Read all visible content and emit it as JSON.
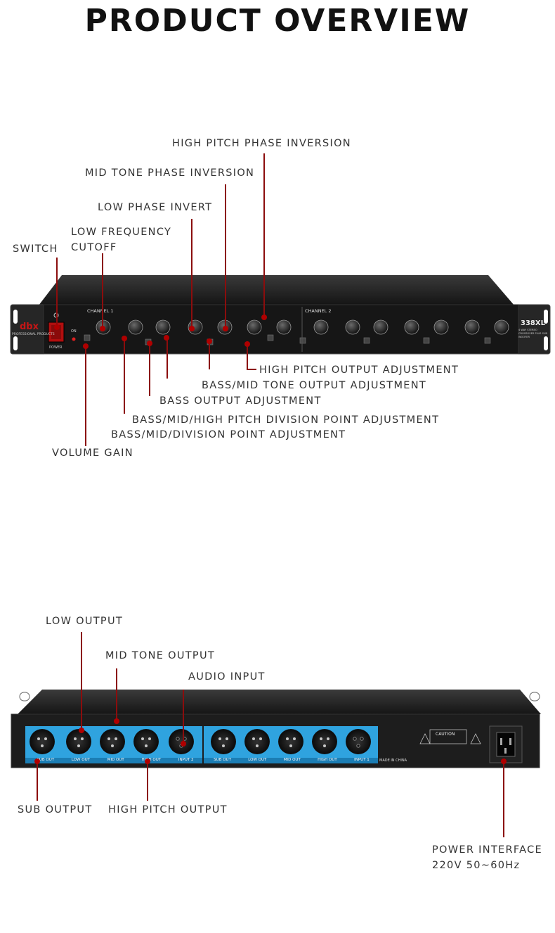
{
  "title": "PRODUCT OVERVIEW",
  "front": {
    "brand": "dbx",
    "brand_sub": "PROFESSIONAL PRODUCTS",
    "model": "338XL",
    "model_sub": "4 WAY STEREO CROSSOVER PLUS SUB WOOFER",
    "channel1": "CHANNEL 1",
    "channel2": "CHANNEL 2",
    "power": "POWER",
    "on": "ON",
    "labels": {
      "switch": "SWITCH",
      "low_freq_1": "LOW FREQUENCY",
      "low_freq_2": "CUTOFF",
      "low_phase": "LOW PHASE INVERT",
      "mid_phase": "MID TONE PHASE INVERSION",
      "high_phase": "HIGH PITCH PHASE INVERSION",
      "high_output": "HIGH PITCH OUTPUT ADJUSTMENT",
      "bass_mid_output": "BASS/MID TONE OUTPUT ADJUSTMENT",
      "bass_output": "BASS OUTPUT ADJUSTMENT",
      "bmh_division": "BASS/MID/HIGH PITCH DIVISION POINT ADJUSTMENT",
      "bm_division": "BASS/MID/DIVISION POINT ADJUSTMENT",
      "volume_gain": "VOLUME GAIN"
    }
  },
  "rear": {
    "jack_labels_1": [
      "SUB OUT",
      "LOW OUT",
      "MID OUT",
      "HIGH OUT",
      "INPUT 2"
    ],
    "jack_labels_2": [
      "SUB OUT",
      "LOW OUT",
      "MID OUT",
      "HIGH OUT",
      "INPUT 1"
    ],
    "caution": "CAUTION",
    "made_in": "MADE IN CHINA",
    "labels": {
      "low_output": "LOW OUTPUT",
      "mid_output": "MID TONE OUTPUT",
      "audio_input": "AUDIO INPUT",
      "sub_output": "SUB OUTPUT",
      "high_output": "HIGH PITCH OUTPUT",
      "power_1": "POWER INTERFACE",
      "power_2": "220V 50~60Hz"
    }
  },
  "colors": {
    "accent_line": "#8b0d0d",
    "jack_panel": "#2fa3df",
    "chassis": "#1c1c1c"
  }
}
